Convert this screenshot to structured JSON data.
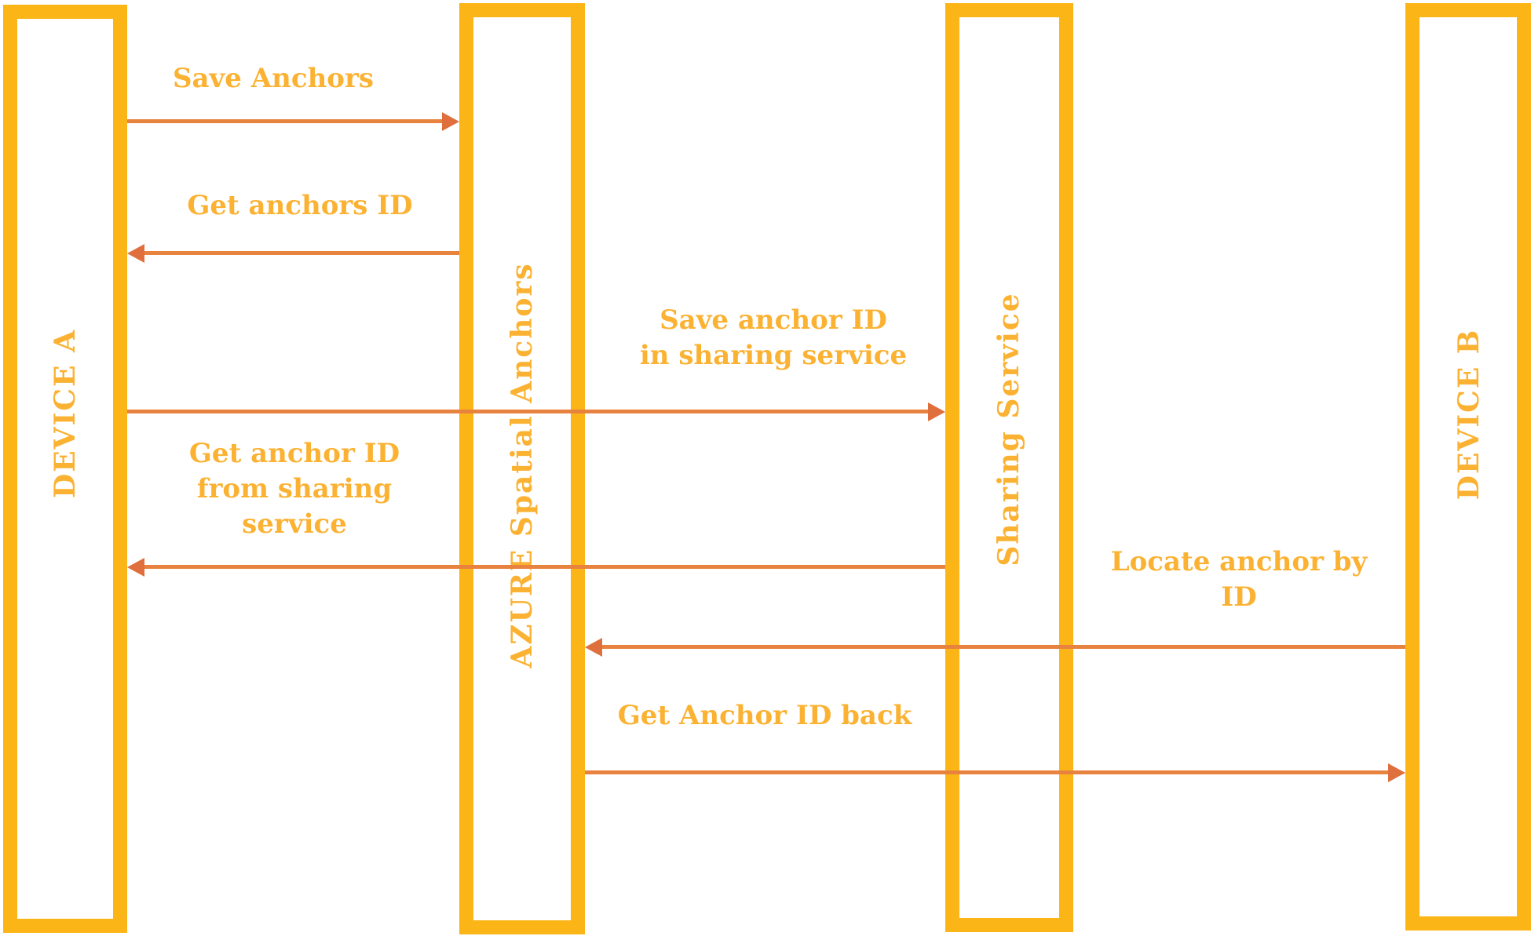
{
  "colors": {
    "bar": "#FBB516",
    "text": "#FBB232",
    "arrow_line": "#E8823F",
    "arrow_head": "#DF6F3D",
    "background": "#FFFFFF"
  },
  "lifelines": [
    {
      "id": "device-a",
      "label": "DEVICE A"
    },
    {
      "id": "azure-spatial-anchors",
      "label": "AZURE Spatial Anchors"
    },
    {
      "id": "sharing-service",
      "label": "Sharing Service"
    },
    {
      "id": "device-b",
      "label": "DEVICE B"
    }
  ],
  "messages": [
    {
      "from": "device-a",
      "to": "azure-spatial-anchors",
      "direction": "right",
      "lines": [
        "Save Anchors"
      ]
    },
    {
      "from": "azure-spatial-anchors",
      "to": "device-a",
      "direction": "left",
      "lines": [
        "Get anchors ID"
      ]
    },
    {
      "from": "device-a",
      "to": "sharing-service",
      "direction": "right",
      "lines": [
        "Save anchor ID",
        "in sharing service"
      ]
    },
    {
      "from": "sharing-service",
      "to": "device-a",
      "direction": "left",
      "lines": [
        "Get anchor ID",
        "from sharing",
        "service"
      ]
    },
    {
      "from": "device-b",
      "to": "azure-spatial-anchors",
      "direction": "left",
      "lines": [
        "Locate anchor by",
        "ID"
      ]
    },
    {
      "from": "azure-spatial-anchors",
      "to": "device-b",
      "direction": "right",
      "lines": [
        "Get Anchor ID back"
      ]
    }
  ]
}
